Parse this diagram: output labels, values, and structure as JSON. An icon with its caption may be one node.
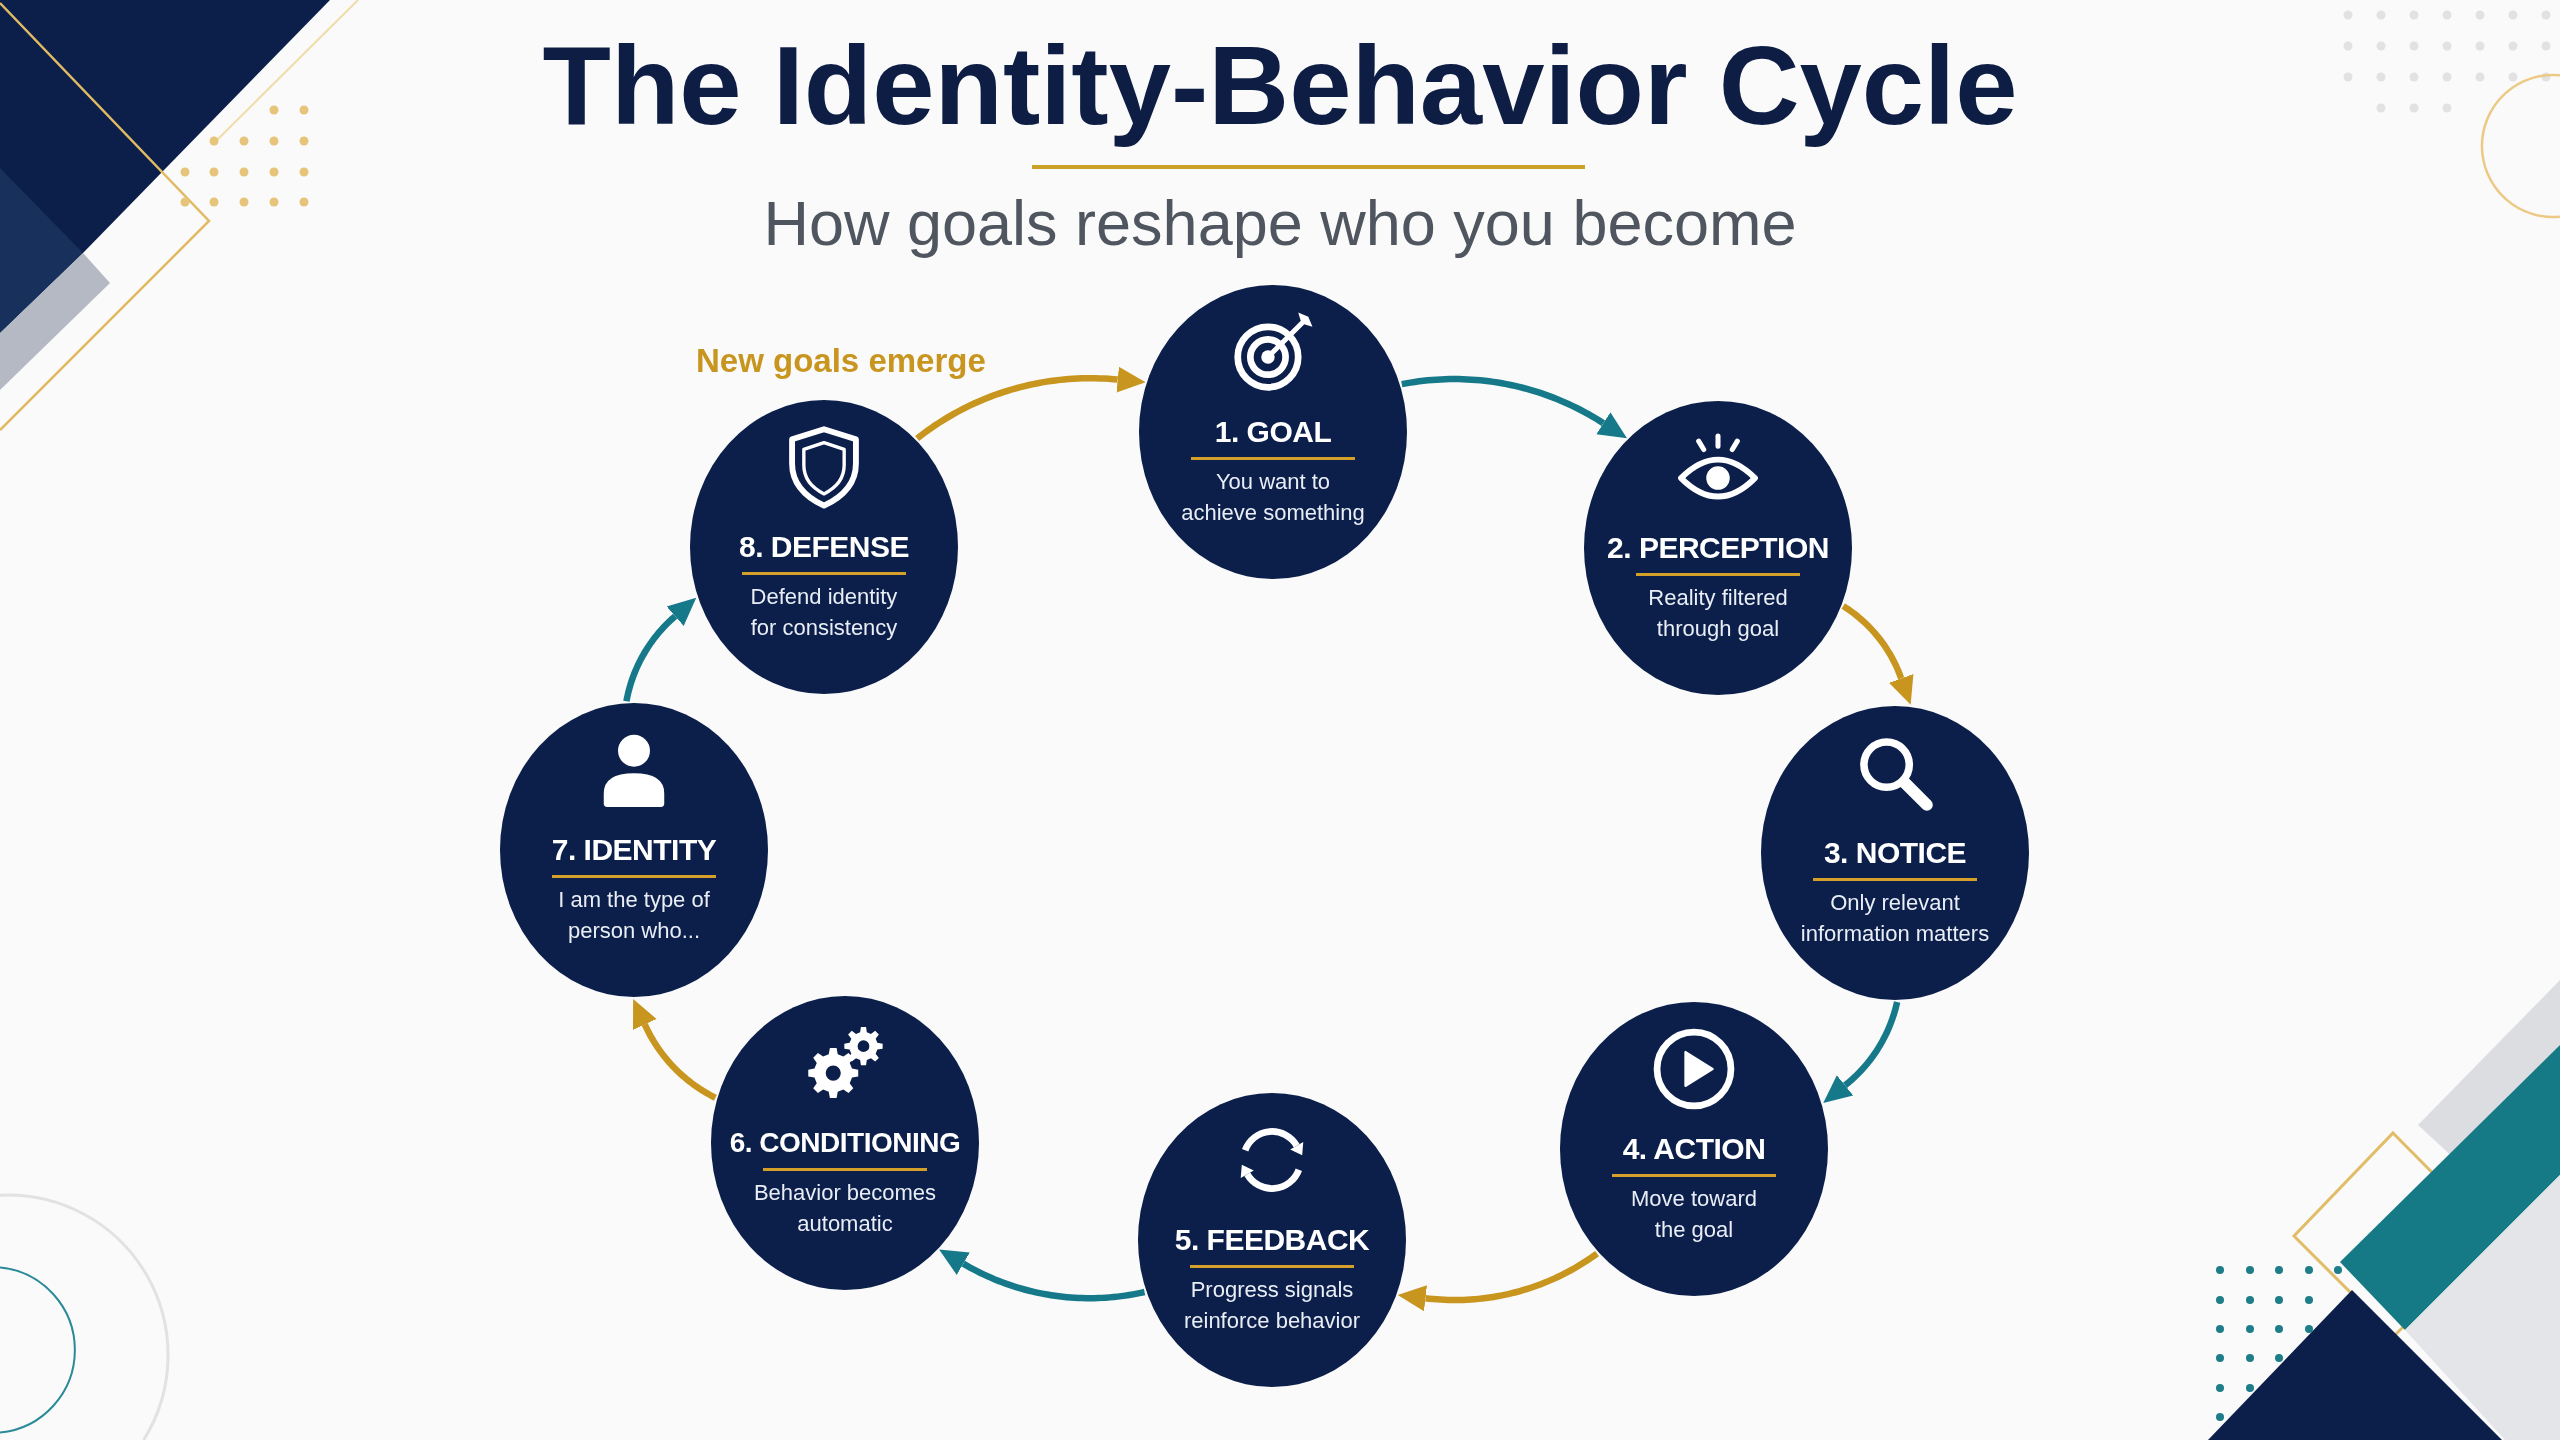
{
  "diagram": {
    "title": "The Identity-Behavior Cycle",
    "nodes": [
      {
        "text": [
          "1. GOAL",
          "You want to achieve something"
        ]
      },
      {
        "text": [
          "2. PERCEPTION",
          "Reality filtered through goal"
        ]
      },
      {
        "text": [
          "3. NOTICE",
          "Only relevant information matters"
        ]
      },
      {
        "text": [
          "4. ACTION",
          "Move toward the goal"
        ]
      },
      {
        "text": [
          "5. FEEDBACK",
          "Progress signals reinforce behavior"
        ]
      },
      {
        "text": [
          "6. CONDITIONING",
          "Behavior becomes automatic"
        ]
      },
      {
        "text": [
          "7. IDENTITY",
          "I am the type of person who..."
        ]
      },
      {
        "text": [
          "8. DEFENSE",
          "Defend identity for consistency"
        ]
      }
    ],
    "edges": [
      {
        "from": 0,
        "to": 1,
        "arrow": "to",
        "color": "#16798a"
      },
      {
        "from": 1,
        "to": 2,
        "arrow": "to",
        "color": "#c8951e"
      },
      {
        "from": 2,
        "to": 3,
        "arrow": "to",
        "color": "#16798a"
      },
      {
        "from": 3,
        "to": 4,
        "arrow": "to",
        "color": "#c8951e"
      },
      {
        "from": 4,
        "to": 5,
        "arrow": "to",
        "color": "#16798a"
      },
      {
        "from": 5,
        "to": 6,
        "arrow": "to",
        "color": "#c8951e"
      },
      {
        "from": 6,
        "to": 7,
        "arrow": "to",
        "color": "#16798a"
      },
      {
        "from": 7,
        "to": 0,
        "arrow": "to",
        "color": "#c8951e",
        "label": "New goals emerge"
      }
    ],
    "labels": [
      "How goals reshape who you become"
    ]
  }
}
